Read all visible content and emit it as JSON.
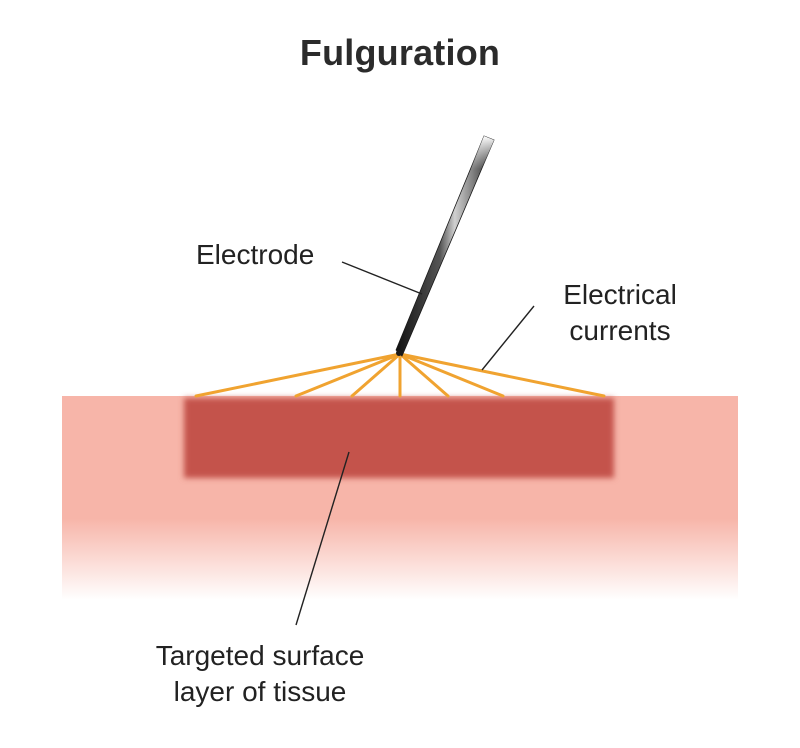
{
  "title": "Fulguration",
  "labels": {
    "electrode": "Electrode",
    "currents_line1": "Electrical",
    "currents_line2": "currents",
    "tissue_line1": "Targeted surface",
    "tissue_line2": "layer of tissue"
  },
  "colors": {
    "tissue_light": "#f7b5a9",
    "tissue_target": "#c4524c",
    "current": "#f0a330",
    "leader_line": "#222222",
    "electrode_dark": "#2a2a2a"
  }
}
